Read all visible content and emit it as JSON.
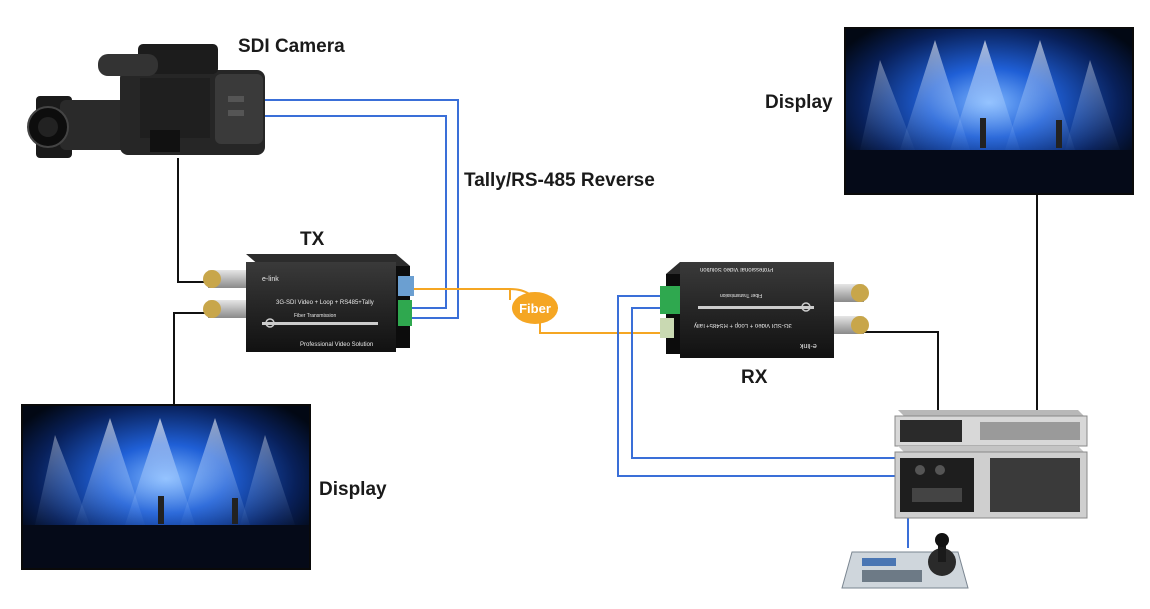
{
  "labels": {
    "camera": "SDI Camera",
    "tally": "Tally/RS-485 Reverse",
    "tx": "TX",
    "rx": "RX",
    "display_right": "Display",
    "display_left": "Display",
    "fiber": "Fiber"
  },
  "tx_device": {
    "brand": "e-link",
    "line1": "3G-SDI Video + Loop + RS485+Tally",
    "line2": "Fiber Transmission",
    "line3": "Professional Video Solution"
  },
  "rx_device": {
    "brand": "e-link",
    "line1": "3G-SDI Video + Loop + RS485+Tally",
    "line2": "Fiber Transmission",
    "line3": "Professional Video Solution"
  },
  "colors": {
    "blue_cable": "#3a6fd8",
    "fiber_cable": "#f5a623",
    "black_cable": "#111111",
    "stage_blue": "#1b4fc4"
  }
}
